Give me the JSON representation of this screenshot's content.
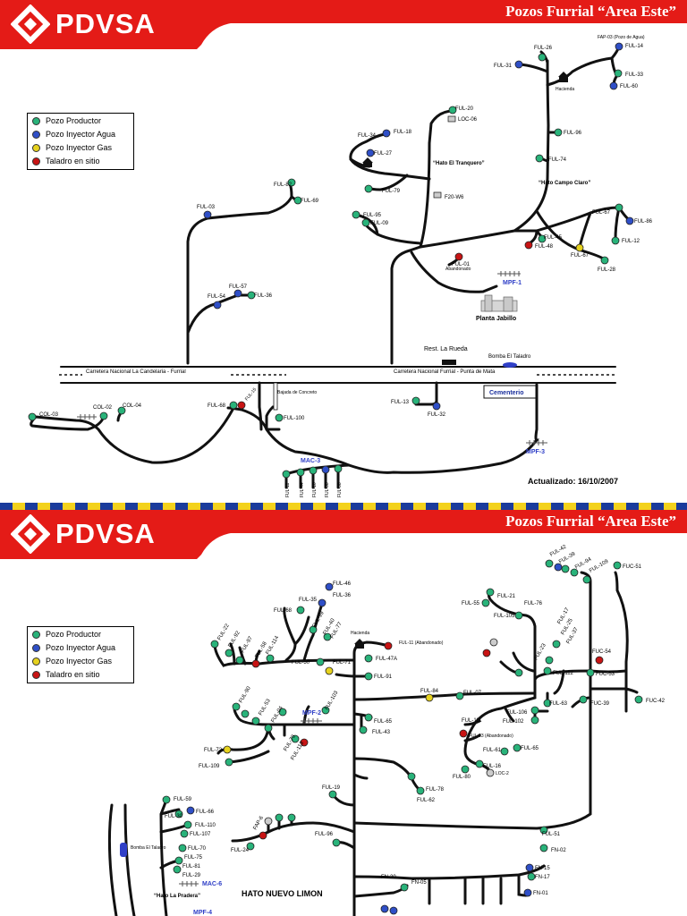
{
  "brand": "PDVSA",
  "title": "Pozos Furrial “Area Este”",
  "legend": [
    {
      "label": "Pozo Productor",
      "color": "#29b37a"
    },
    {
      "label": "Pozo Inyector Agua",
      "color": "#2f4fc7"
    },
    {
      "label": "Pozo Inyector Gas",
      "color": "#e6d21e"
    },
    {
      "label": "Taladro en sitio",
      "color": "#c81414"
    }
  ],
  "colors": {
    "header_red": "#e41b17",
    "productor": "#29b37a",
    "agua": "#2f4fc7",
    "gas": "#e6d21e",
    "taladro": "#c81414",
    "station": "#2f3fc7"
  },
  "map1": {
    "road_label_left": "Carretera Nacional La Candelaria - Furrial",
    "road_label_right": "Carretera Nacional Furrial - Punta de Mata",
    "rest": "Rest. La Rueda",
    "bomba": "Bomba El Taladro",
    "cementerio": "Cementerio",
    "planta": "Planta Jabillo",
    "hato1": "“Hato El Tranquero”",
    "hato2": "“Hato Campo Claro”",
    "hacienda": "Hacienda",
    "bajada": "Bajada de Concreto",
    "abandonado": "Abandonado",
    "updated": "Actualizado: 16/10/2007",
    "stations": [
      "MPF-1",
      "MPF-3",
      "MAC-3"
    ],
    "wells": {
      "ful26": "FUL-26",
      "ful31": "FUL-31",
      "fap03": "FAP-03 (Pozo de Agua)",
      "ful14": "FUL-14",
      "ful33": "FUL-33",
      "ful60": "FUL-60",
      "ful20": "FUL-20",
      "loc06": "LOC-06",
      "ful96": "FUL-96",
      "ful34": "FUL-34",
      "ful18": "FUL-18",
      "ful27": "FUL-27",
      "ful74": "FUL-74",
      "ful79": "FUL-79",
      "f20w6": "F20-W6",
      "ful82": "FUL-82",
      "ful69": "FUL-69",
      "ful03": "FUL-03",
      "ful95": "FUL-95",
      "ful09": "FUL-09",
      "ful67a": "FUL-67",
      "ful86": "FUL-86",
      "ful45": "FUL-45",
      "ful48": "FUL-48",
      "ful67b": "FUL-67",
      "ful12": "FUL-12",
      "ful28": "FUL-28",
      "ful01": "FUL-01",
      "ful57": "FUL-57",
      "ful54": "FUL-54",
      "ful36": "FUL-36",
      "col03": "COL-03",
      "col02": "COL-02",
      "col04": "COL-04",
      "ful68": "FUL-68",
      "ful15": "FUL-15",
      "ful100": "FUL-100",
      "ful13": "FUL-13",
      "ful32": "FUL-32"
    },
    "mac3_wells": [
      "FUL-11",
      "FUL-44",
      "FUL-10",
      "FUL-98",
      "FUL-98"
    ]
  },
  "map2": {
    "hacienda": "Hacienda",
    "hato3": "“Hato La Pradera”",
    "hato_nuevo": "HATO NUEVO LIMON",
    "bomba": "Bomba El Taladro",
    "stations": [
      "MPF-2",
      "MAC-6",
      "MPF-4"
    ],
    "wells": {
      "ful46": "FUL-46",
      "ful35": "FUL-35",
      "ful36": "FUL-36",
      "ful68": "FUL-68",
      "ful22": "FUL-22",
      "ful92": "FUL-92",
      "ful97": "FUL-97",
      "ful58": "FUL-58",
      "ful114": "FUL-114",
      "ful99": "FUL-99",
      "ful40": "FUL-40",
      "ful77": "FUL-77",
      "ful11": "FUL-11 (Abandonado)",
      "ful47a": "FUL-47A",
      "ful50": "FUL-50",
      "ful71": "FUL-71",
      "ful91": "FUL-91",
      "ful55": "FUL-55",
      "ful21": "FUL-21",
      "ful76": "FUL-76",
      "ful105": "FUL-105",
      "ful17": "FUL-17",
      "ful25": "FUL-25",
      "ful37": "FUL-37",
      "ful23": "FUL-23",
      "ful112": "FUL-112",
      "ful42": "FUL-42",
      "ful39": "FUL-39",
      "ful94": "FUL-94",
      "ful109": "FUL-109",
      "fuc51": "FUC-51",
      "fuc54": "FUC-54",
      "fuc53": "FUC-53",
      "fuc39": "FUC-39",
      "fuc42": "FUC-42",
      "ful90": "FUL-90",
      "ful53": "FUL-53",
      "ful04": "FUL-04",
      "ful103": "FUL-103",
      "ful84": "FUL-84",
      "ful07": "FUL-07",
      "ful63": "FUL-63",
      "ful106": "FUL-106",
      "ful102": "FUL-102",
      "ful65": "FUL-65",
      "ful43": "FUL-43",
      "ful111": "FUL-111",
      "ful93": "FUL-93 (Abandonado)",
      "ful61": "FUL-61",
      "ful65b": "FUL-65",
      "ful16": "FUL-16",
      "loc2": "LOC-2",
      "ful80": "FUL-80",
      "ful72": "FUL-72",
      "ful109b": "FUL-109",
      "ful73": "FUL-73",
      "ful113": "FUL-113",
      "ful19": "FUL-19",
      "ful78": "FUL-78",
      "ful62": "FUL-62",
      "ful59": "FUL-59",
      "ful66": "FUL-66",
      "ful30": "FUL-30",
      "ful110": "FUL-110",
      "ful107": "FUL-107",
      "ful70": "FUL-70",
      "ful75": "FUL-75",
      "ful81": "FUL-81",
      "ful29": "FUL-29",
      "fap6": "FAP-6",
      "ful24": "FUL-24",
      "ful96": "FUL-96",
      "ful51": "FUL-51",
      "fn02": "FN-02",
      "fn15": "FN-15",
      "fn17": "FN-17",
      "fn01": "FN-01",
      "fn20": "FN-20",
      "fn05": "FN-05"
    }
  }
}
